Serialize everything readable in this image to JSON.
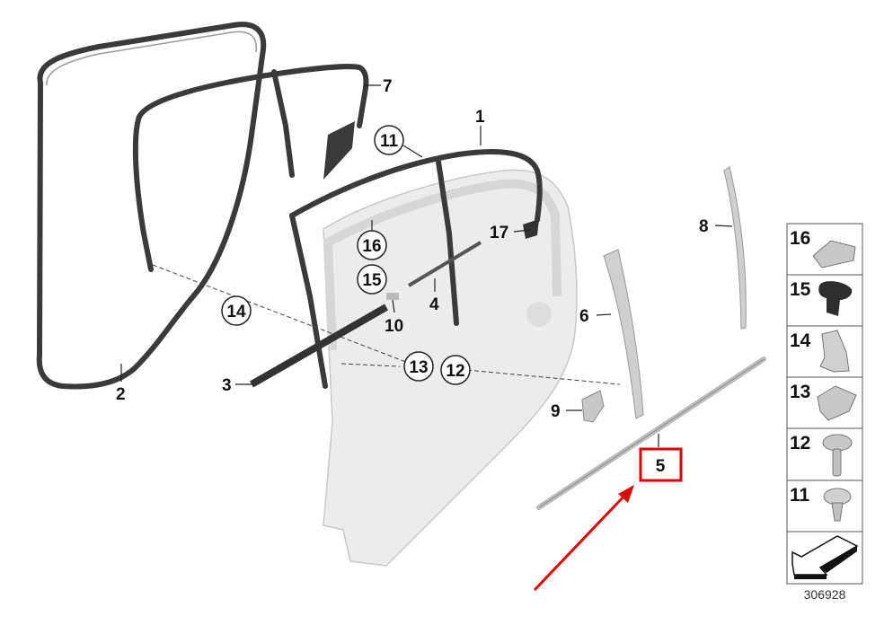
{
  "diagram": {
    "callouts": [
      {
        "id": "7",
        "text": "7"
      },
      {
        "id": "1",
        "text": "1"
      },
      {
        "id": "11",
        "text": "11",
        "circled": true
      },
      {
        "id": "16",
        "text": "16",
        "circled": true
      },
      {
        "id": "15",
        "text": "15",
        "circled": true
      },
      {
        "id": "17",
        "text": "17"
      },
      {
        "id": "8",
        "text": "8"
      },
      {
        "id": "4",
        "text": "4"
      },
      {
        "id": "10",
        "text": "10"
      },
      {
        "id": "14",
        "text": "14",
        "circled": true
      },
      {
        "id": "6",
        "text": "6"
      },
      {
        "id": "13",
        "text": "13",
        "circled": true
      },
      {
        "id": "12",
        "text": "12",
        "circled": true
      },
      {
        "id": "3",
        "text": "3"
      },
      {
        "id": "2",
        "text": "2"
      },
      {
        "id": "9",
        "text": "9"
      },
      {
        "id": "5",
        "text": "5",
        "highlighted": true
      }
    ],
    "highlight_color": "#e00000",
    "legend_items": [
      {
        "text": "16",
        "part": "clip"
      },
      {
        "text": "15",
        "part": "plug"
      },
      {
        "text": "14",
        "part": "spring-nut"
      },
      {
        "text": "13",
        "part": "cage-nut"
      },
      {
        "text": "12",
        "part": "screw"
      },
      {
        "text": "11",
        "part": "screw-short"
      }
    ],
    "legend_direction_icon": "arrow-down-left-icon",
    "diagram_number": "306928"
  }
}
